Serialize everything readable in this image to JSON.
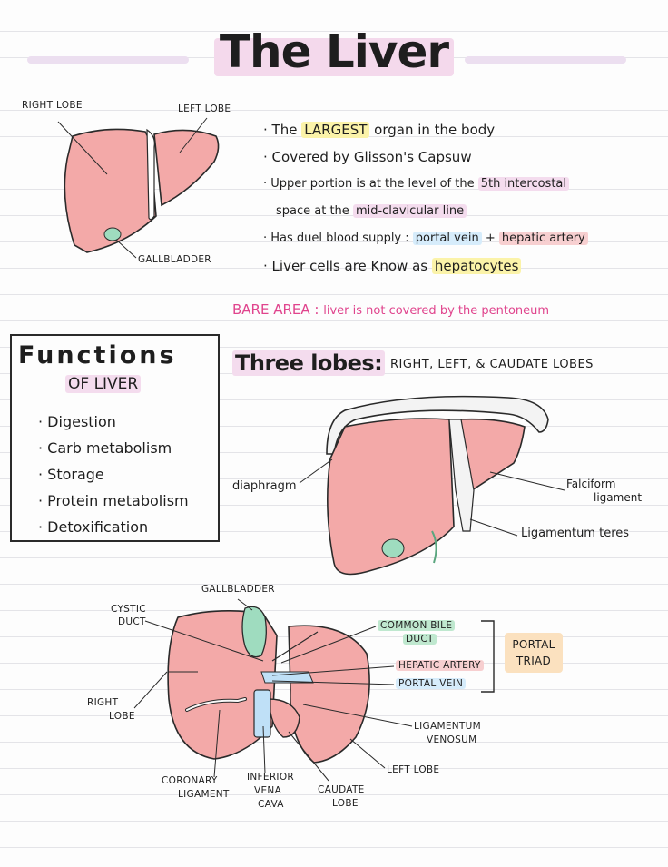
{
  "title": "The Liver",
  "diagram1": {
    "right_lobe": "RIGHT LOBE",
    "left_lobe": "LEFT LOBE",
    "gallbladder": "GALLBLADDER"
  },
  "facts": {
    "f1_pre": "The ",
    "f1_hl": "LARGEST",
    "f1_post": " organ in the body",
    "f2": "Covered by Glisson's Capsuw",
    "f3_pre": "Upper portion is at the level of the ",
    "f3_hl": "5th intercostal",
    "f3b_pre": "space at the ",
    "f3b_hl": "mid-clavicular line",
    "f4_pre": "Has duel blood supply : ",
    "f4_hl1": "portal vein",
    "f4_mid": " + ",
    "f4_hl2": "hepatic artery",
    "f5_pre": "Liver cells are Know as ",
    "f5_hl": "hepatocytes"
  },
  "bare_area": {
    "label": "BARE AREA :",
    "text": "liver is not covered by the pentoneum"
  },
  "functions": {
    "title": "Functions",
    "subtitle": "OF LIVER",
    "items": [
      "Digestion",
      "Carb metabolism",
      "Storage",
      "Protein metabolism",
      "Detoxification"
    ]
  },
  "three_lobes": {
    "title": "Three lobes:",
    "text": "RIGHT, LEFT, & CAUDATE LOBES"
  },
  "diagram2": {
    "diaphragm": "diaphragm",
    "falciform_1": "Falciform",
    "falciform_2": "ligament",
    "teres": "Ligamentum teres"
  },
  "diagram3": {
    "gallbladder": "GALLBLADDER",
    "cystic_1": "CYSTIC",
    "cystic_2": "DUCT",
    "right_lobe_1": "RIGHT",
    "right_lobe_2": "LOBE",
    "common_bile_1": "COMMON BILE",
    "common_bile_2": "DUCT",
    "hepatic_artery": "HEPATIC ARTERY",
    "portal_vein": "PORTAL VEIN",
    "portal_triad_1": "PORTAL",
    "portal_triad_2": "TRIAD",
    "lig_venosum_1": "LIGAMENTUM",
    "lig_venosum_2": "VENOSUM",
    "left_lobe": "LEFT LOBE",
    "coronary_1": "CORONARY",
    "coronary_2": "LIGAMENT",
    "ivc_1": "INFERIOR",
    "ivc_2": "VENA",
    "ivc_3": "CAVA",
    "caudate_1": "CAUDATE",
    "caudate_2": "LOBE"
  },
  "colors": {
    "liver": "#f3a9a8",
    "gallbladder": "#9fdcbf",
    "accent_pink": "#e0448d",
    "vessel_blue": "#bfe0f7"
  }
}
